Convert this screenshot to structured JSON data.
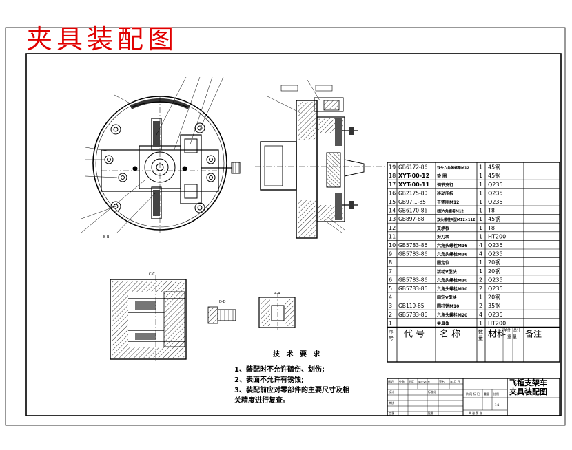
{
  "title": "夹具装配图",
  "tech_requirements": {
    "heading": "技 术 要 求",
    "items": [
      "1、装配时不允许磕伤、划伤;",
      "2、表面不允许有锈蚀;",
      "3、装配前应对零部件的主要尺寸及相",
      "关精度进行复查。"
    ]
  },
  "bom": {
    "rows": [
      {
        "no": "19",
        "code": "GB6172-86",
        "name": "双头六角薄螺母M12",
        "qty": "1",
        "material": "45钢"
      },
      {
        "no": "18",
        "code": "XYT-00-12",
        "name": "垫 圈",
        "qty": "1",
        "material": "45钢"
      },
      {
        "no": "17",
        "code": "XYT-00-11",
        "name": "调节支钉",
        "qty": "1",
        "material": "Q235"
      },
      {
        "no": "16",
        "code": "GB2175-80",
        "name": "移动压板",
        "qty": "1",
        "material": "Q235"
      },
      {
        "no": "15",
        "code": "GB97.1-85",
        "name": "平垫圈M12",
        "qty": "1",
        "material": "Q235"
      },
      {
        "no": "14",
        "code": "GB6170-86",
        "name": "I型六角螺母M12",
        "qty": "1",
        "material": "T8"
      },
      {
        "no": "13",
        "code": "GB897-88",
        "name": "双头螺柱A型M12×112",
        "qty": "1",
        "material": "45钢"
      },
      {
        "no": "12",
        "code": "",
        "name": "支承板",
        "qty": "1",
        "material": "T8"
      },
      {
        "no": "11",
        "code": "",
        "name": "对刀块",
        "qty": "1",
        "material": "HT200"
      },
      {
        "no": "10",
        "code": "GB5783-86",
        "name": "六角头螺栓M16",
        "qty": "4",
        "material": "Q235"
      },
      {
        "no": "9",
        "code": "GB5783-86",
        "name": "六角头螺栓M16",
        "qty": "4",
        "material": "Q235"
      },
      {
        "no": "8",
        "code": "",
        "name": "圆定位",
        "qty": "1",
        "material": "20钢"
      },
      {
        "no": "7",
        "code": "",
        "name": "活动V型块",
        "qty": "1",
        "material": "20钢"
      },
      {
        "no": "6",
        "code": "GB5783-86",
        "name": "六角头螺栓M10",
        "qty": "2",
        "material": "Q235"
      },
      {
        "no": "5",
        "code": "GB5783-86",
        "name": "六角头螺栓M10",
        "qty": "2",
        "material": "Q235"
      },
      {
        "no": "4",
        "code": "",
        "name": "固定V型块",
        "qty": "1",
        "material": "20钢"
      },
      {
        "no": "3",
        "code": "GB119-85",
        "name": "圆柱销M10",
        "qty": "2",
        "material": "35钢"
      },
      {
        "no": "2",
        "code": "GB5783-86",
        "name": "六角头螺栓M20",
        "qty": "4",
        "material": "Q235"
      },
      {
        "no": "1",
        "code": "",
        "name": "夹具体",
        "qty": "1",
        "material": "HT200"
      }
    ],
    "header": {
      "no": "序号",
      "code": "代 号",
      "name": "名 称",
      "qty": "数量",
      "material": "材料",
      "unit_weight": "单件",
      "total_weight": "总计",
      "weight": "重 量",
      "remark": "备注"
    }
  },
  "title_block": {
    "drawing_name_1": "飞锤支架车",
    "drawing_name_2": "夹具装配图",
    "row1": [
      "标记",
      "处数",
      "分区",
      "更改文件号",
      "签名",
      "年 月 日"
    ],
    "design": "设计",
    "standardize": "标准化",
    "audit": "审核",
    "process": "工艺",
    "approve": "批准",
    "stage": [
      "阶 段 标 记",
      "重量",
      "比例"
    ],
    "scale": "1:1",
    "sheets": "共 张 第 张"
  },
  "section_labels": [
    "B-B",
    "C-C",
    "D-D",
    "A-A"
  ]
}
